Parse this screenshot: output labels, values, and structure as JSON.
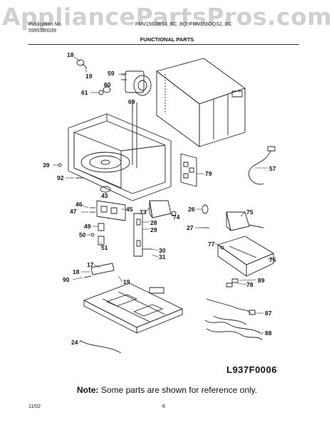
{
  "watermark": "AppliancePartsPros.com",
  "header": {
    "publication_label": "Publication No.",
    "publication_number": "5995380039",
    "model_line": "FMV156DBS3, BC, BQ; FMV156DQS2, BC",
    "section_title": "FUNCTIONAL PARTS"
  },
  "callouts": [
    "18",
    "19",
    "59",
    "60",
    "61",
    "69",
    "39",
    "92",
    "43",
    "57",
    "79",
    "46",
    "47",
    "45",
    "73",
    "74",
    "26",
    "75",
    "49",
    "28",
    "50",
    "29",
    "51",
    "27",
    "77",
    "76",
    "30",
    "31",
    "17",
    "18",
    "90",
    "19",
    "89",
    "78",
    "87",
    "88",
    "24"
  ],
  "diagram_code": "L937F0006",
  "note": {
    "prefix": "Note:",
    "text": "Some parts are shown for reference only."
  },
  "footer": {
    "date": "11/02",
    "page": "6"
  }
}
